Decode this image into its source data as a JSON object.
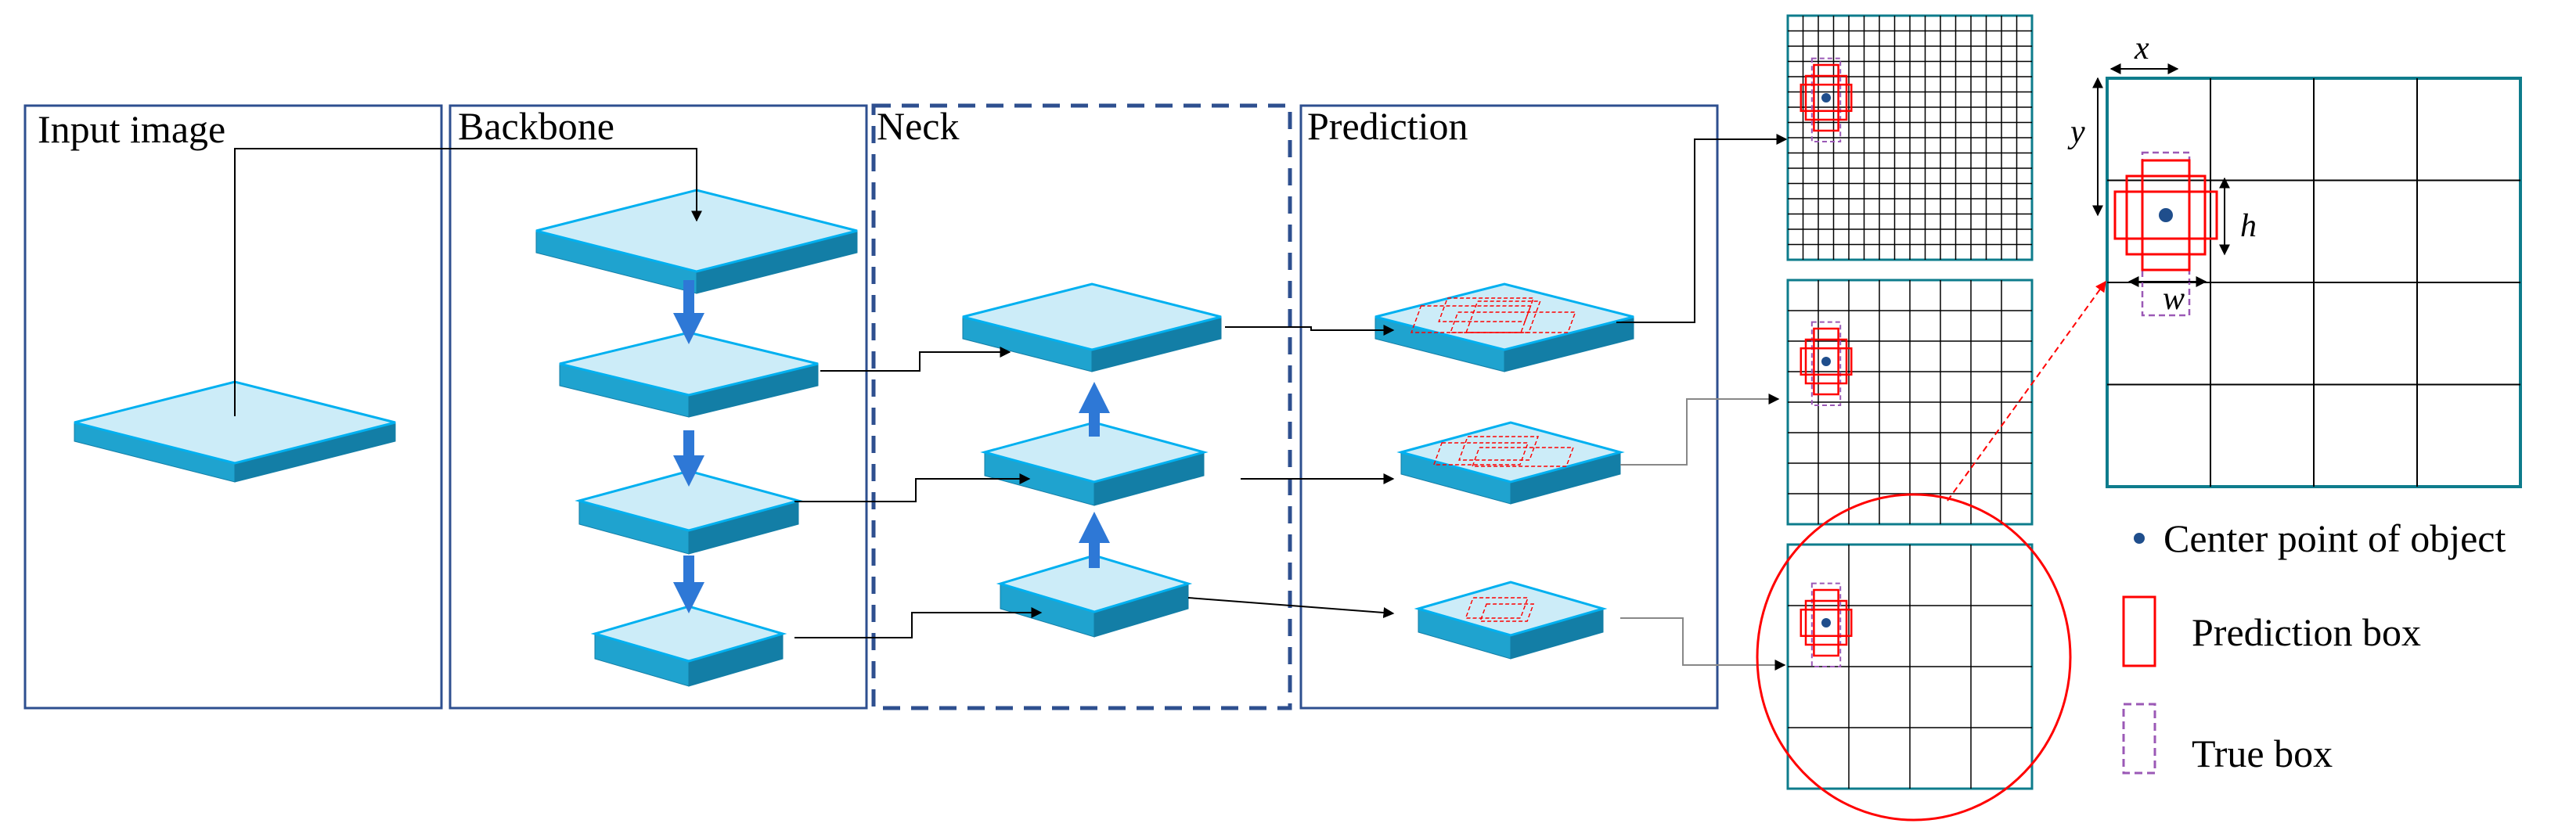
{
  "stages": {
    "input": "Input image",
    "backbone": "Backbone",
    "neck": "Neck",
    "prediction": "Prediction"
  },
  "detail": {
    "x_label": "x",
    "y_label": "y",
    "h_label": "h",
    "w_label": "w"
  },
  "legend": {
    "center": "Center point of object",
    "prediction_box": "Prediction box",
    "true_box": "True box"
  },
  "colors": {
    "panel_border": "#2e4f8f",
    "neck_border": "#2e4f8f",
    "layer_top": "#ccecf8",
    "layer_edge": "#00b0f0",
    "layer_side": "#1fa3cf",
    "layer_side_dark": "#137ea6",
    "arrow_blue": "#2e78d6",
    "grid_border": "#0e7c8c",
    "prediction_box": "#ff0000",
    "true_box": "#9b59b6",
    "center_point": "#1f4e8c"
  }
}
